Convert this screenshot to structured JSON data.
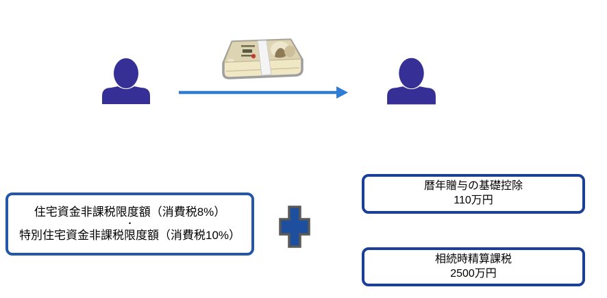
{
  "colors": {
    "person": "#362f96",
    "arrow": "#2e7cd6",
    "left_box_border": "#2457a8",
    "right_box_border": "#1b3f97",
    "plus_fill": "#1d4f9e",
    "plus_outline": "#595959",
    "money_outline": "#9e9e9e",
    "money_side": "#f0e7c4",
    "money_top": "#ddd4b4",
    "money_band": "#f4f4f4",
    "money_seal": "#c23b2e",
    "text": "#000000",
    "background": "#ffffff"
  },
  "icons": {
    "giver": "person-silhouette-icon",
    "receiver": "person-silhouette-icon",
    "money": "yen-banknote-bundle-icon",
    "arrow": "right-arrow",
    "plus": "plus-cross-icon"
  },
  "left_box": {
    "line1": "住宅資金非課税限度額（消費税8%）",
    "separator": "・",
    "line2": "特別住宅資金非課税限度額（消費税10%）"
  },
  "right_boxes": [
    {
      "title": "暦年贈与の基礎控除",
      "amount": "110万円"
    },
    {
      "title": "相続時精算課税",
      "amount": "2500万円"
    }
  ]
}
